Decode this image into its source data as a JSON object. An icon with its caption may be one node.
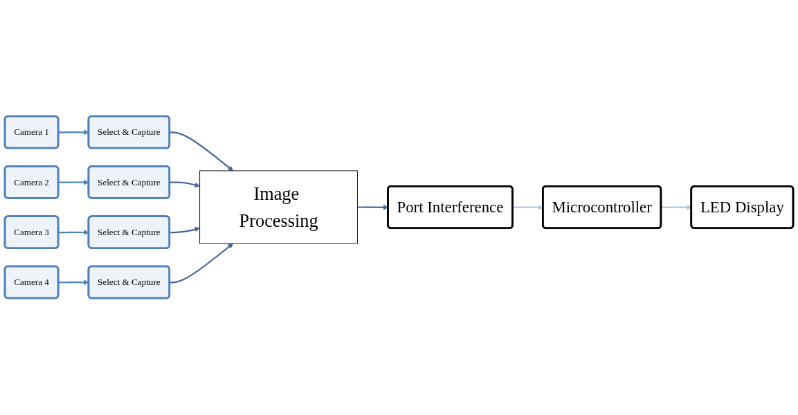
{
  "diagram": {
    "nodes": [
      {
        "text": [
          "Camera 1"
        ]
      },
      {
        "text": [
          "Select & Capture"
        ]
      },
      {
        "text": [
          "Camera 2"
        ]
      },
      {
        "text": [
          "Select & Capture"
        ]
      },
      {
        "text": [
          "Camera 3"
        ]
      },
      {
        "text": [
          "Select & Capture"
        ]
      },
      {
        "text": [
          "Camera 4"
        ]
      },
      {
        "text": [
          "Select & Capture"
        ]
      },
      {
        "text": [
          "Image Processing"
        ]
      },
      {
        "text": [
          "Port Interference"
        ]
      },
      {
        "text": [
          "Microcontroller"
        ]
      },
      {
        "text": [
          "LED Display"
        ]
      }
    ],
    "edges": [
      {
        "from": 0,
        "to": 1,
        "arrow": "to",
        "color": "#4f81bd"
      },
      {
        "from": 2,
        "to": 3,
        "arrow": "to",
        "color": "#4f81bd"
      },
      {
        "from": 4,
        "to": 5,
        "arrow": "to",
        "color": "#4f81bd"
      },
      {
        "from": 6,
        "to": 7,
        "arrow": "to",
        "color": "#4f81bd"
      },
      {
        "from": 1,
        "to": 8,
        "arrow": "to"
      },
      {
        "from": 3,
        "to": 8,
        "arrow": "to"
      },
      {
        "from": 5,
        "to": 8,
        "arrow": "to"
      },
      {
        "from": 7,
        "to": 8,
        "arrow": "to"
      },
      {
        "from": 8,
        "to": 9,
        "arrow": "to"
      },
      {
        "from": 9,
        "to": 10,
        "arrow": "to",
        "color": "#b4c7e7"
      },
      {
        "from": 10,
        "to": 11,
        "arrow": "to",
        "color": "#b4c7e7"
      }
    ]
  }
}
